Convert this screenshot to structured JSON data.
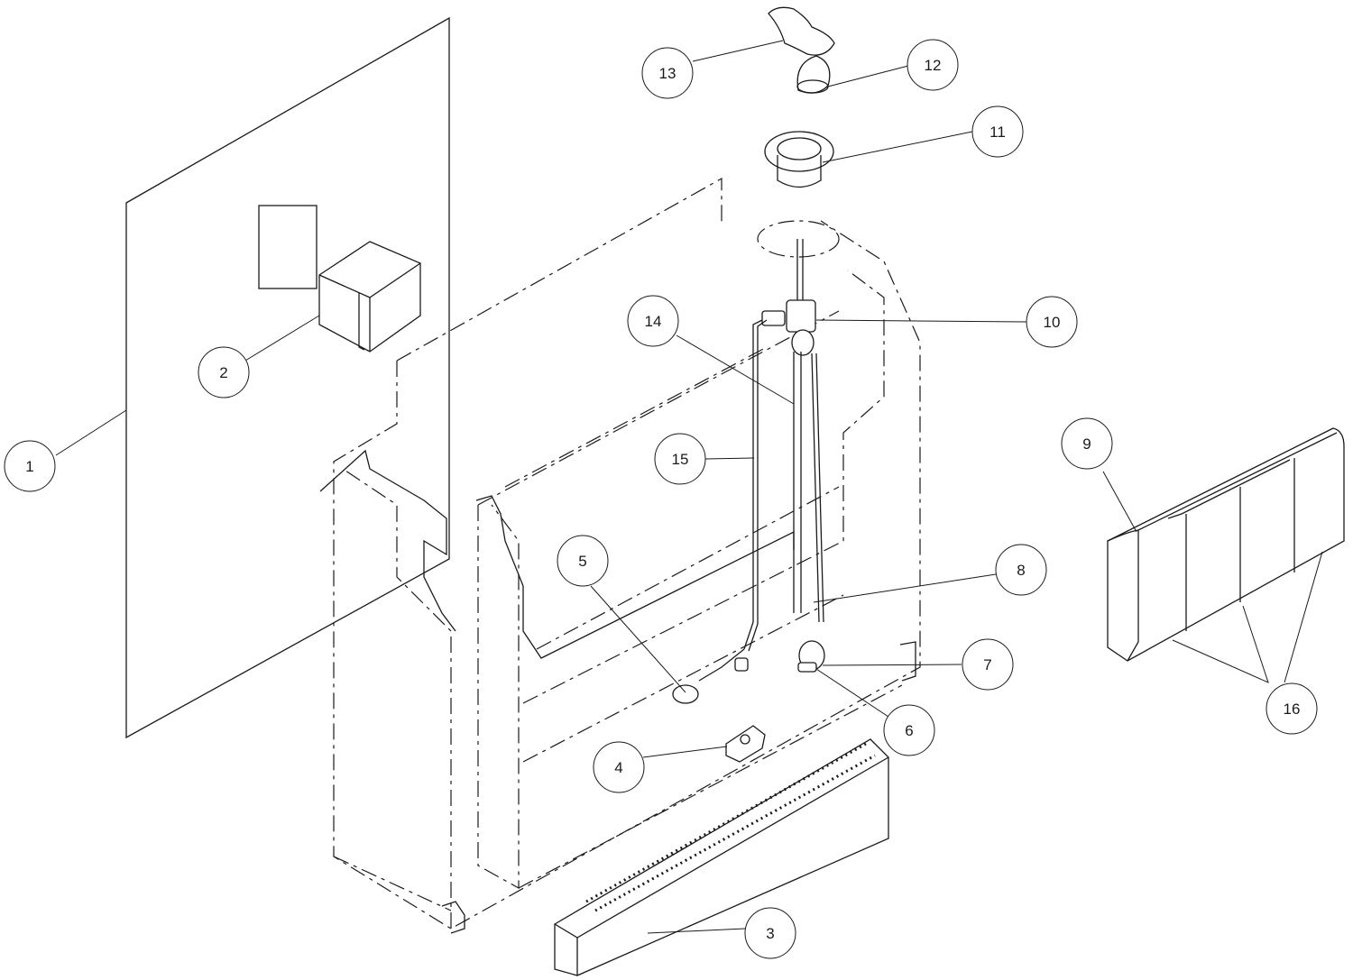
{
  "diagram": {
    "callouts": [
      {
        "id": "1",
        "label": "1"
      },
      {
        "id": "2",
        "label": "2"
      },
      {
        "id": "3",
        "label": "3"
      },
      {
        "id": "4",
        "label": "4"
      },
      {
        "id": "5",
        "label": "5"
      },
      {
        "id": "6",
        "label": "6"
      },
      {
        "id": "7",
        "label": "7"
      },
      {
        "id": "8",
        "label": "8"
      },
      {
        "id": "9",
        "label": "9"
      },
      {
        "id": "10",
        "label": "10"
      },
      {
        "id": "11",
        "label": "11"
      },
      {
        "id": "12",
        "label": "12"
      },
      {
        "id": "13",
        "label": "13"
      },
      {
        "id": "14",
        "label": "14"
      },
      {
        "id": "15",
        "label": "15"
      },
      {
        "id": "16",
        "label": "16"
      }
    ],
    "colors": {
      "line": "#1a1a1a",
      "background": "#ffffff"
    }
  }
}
